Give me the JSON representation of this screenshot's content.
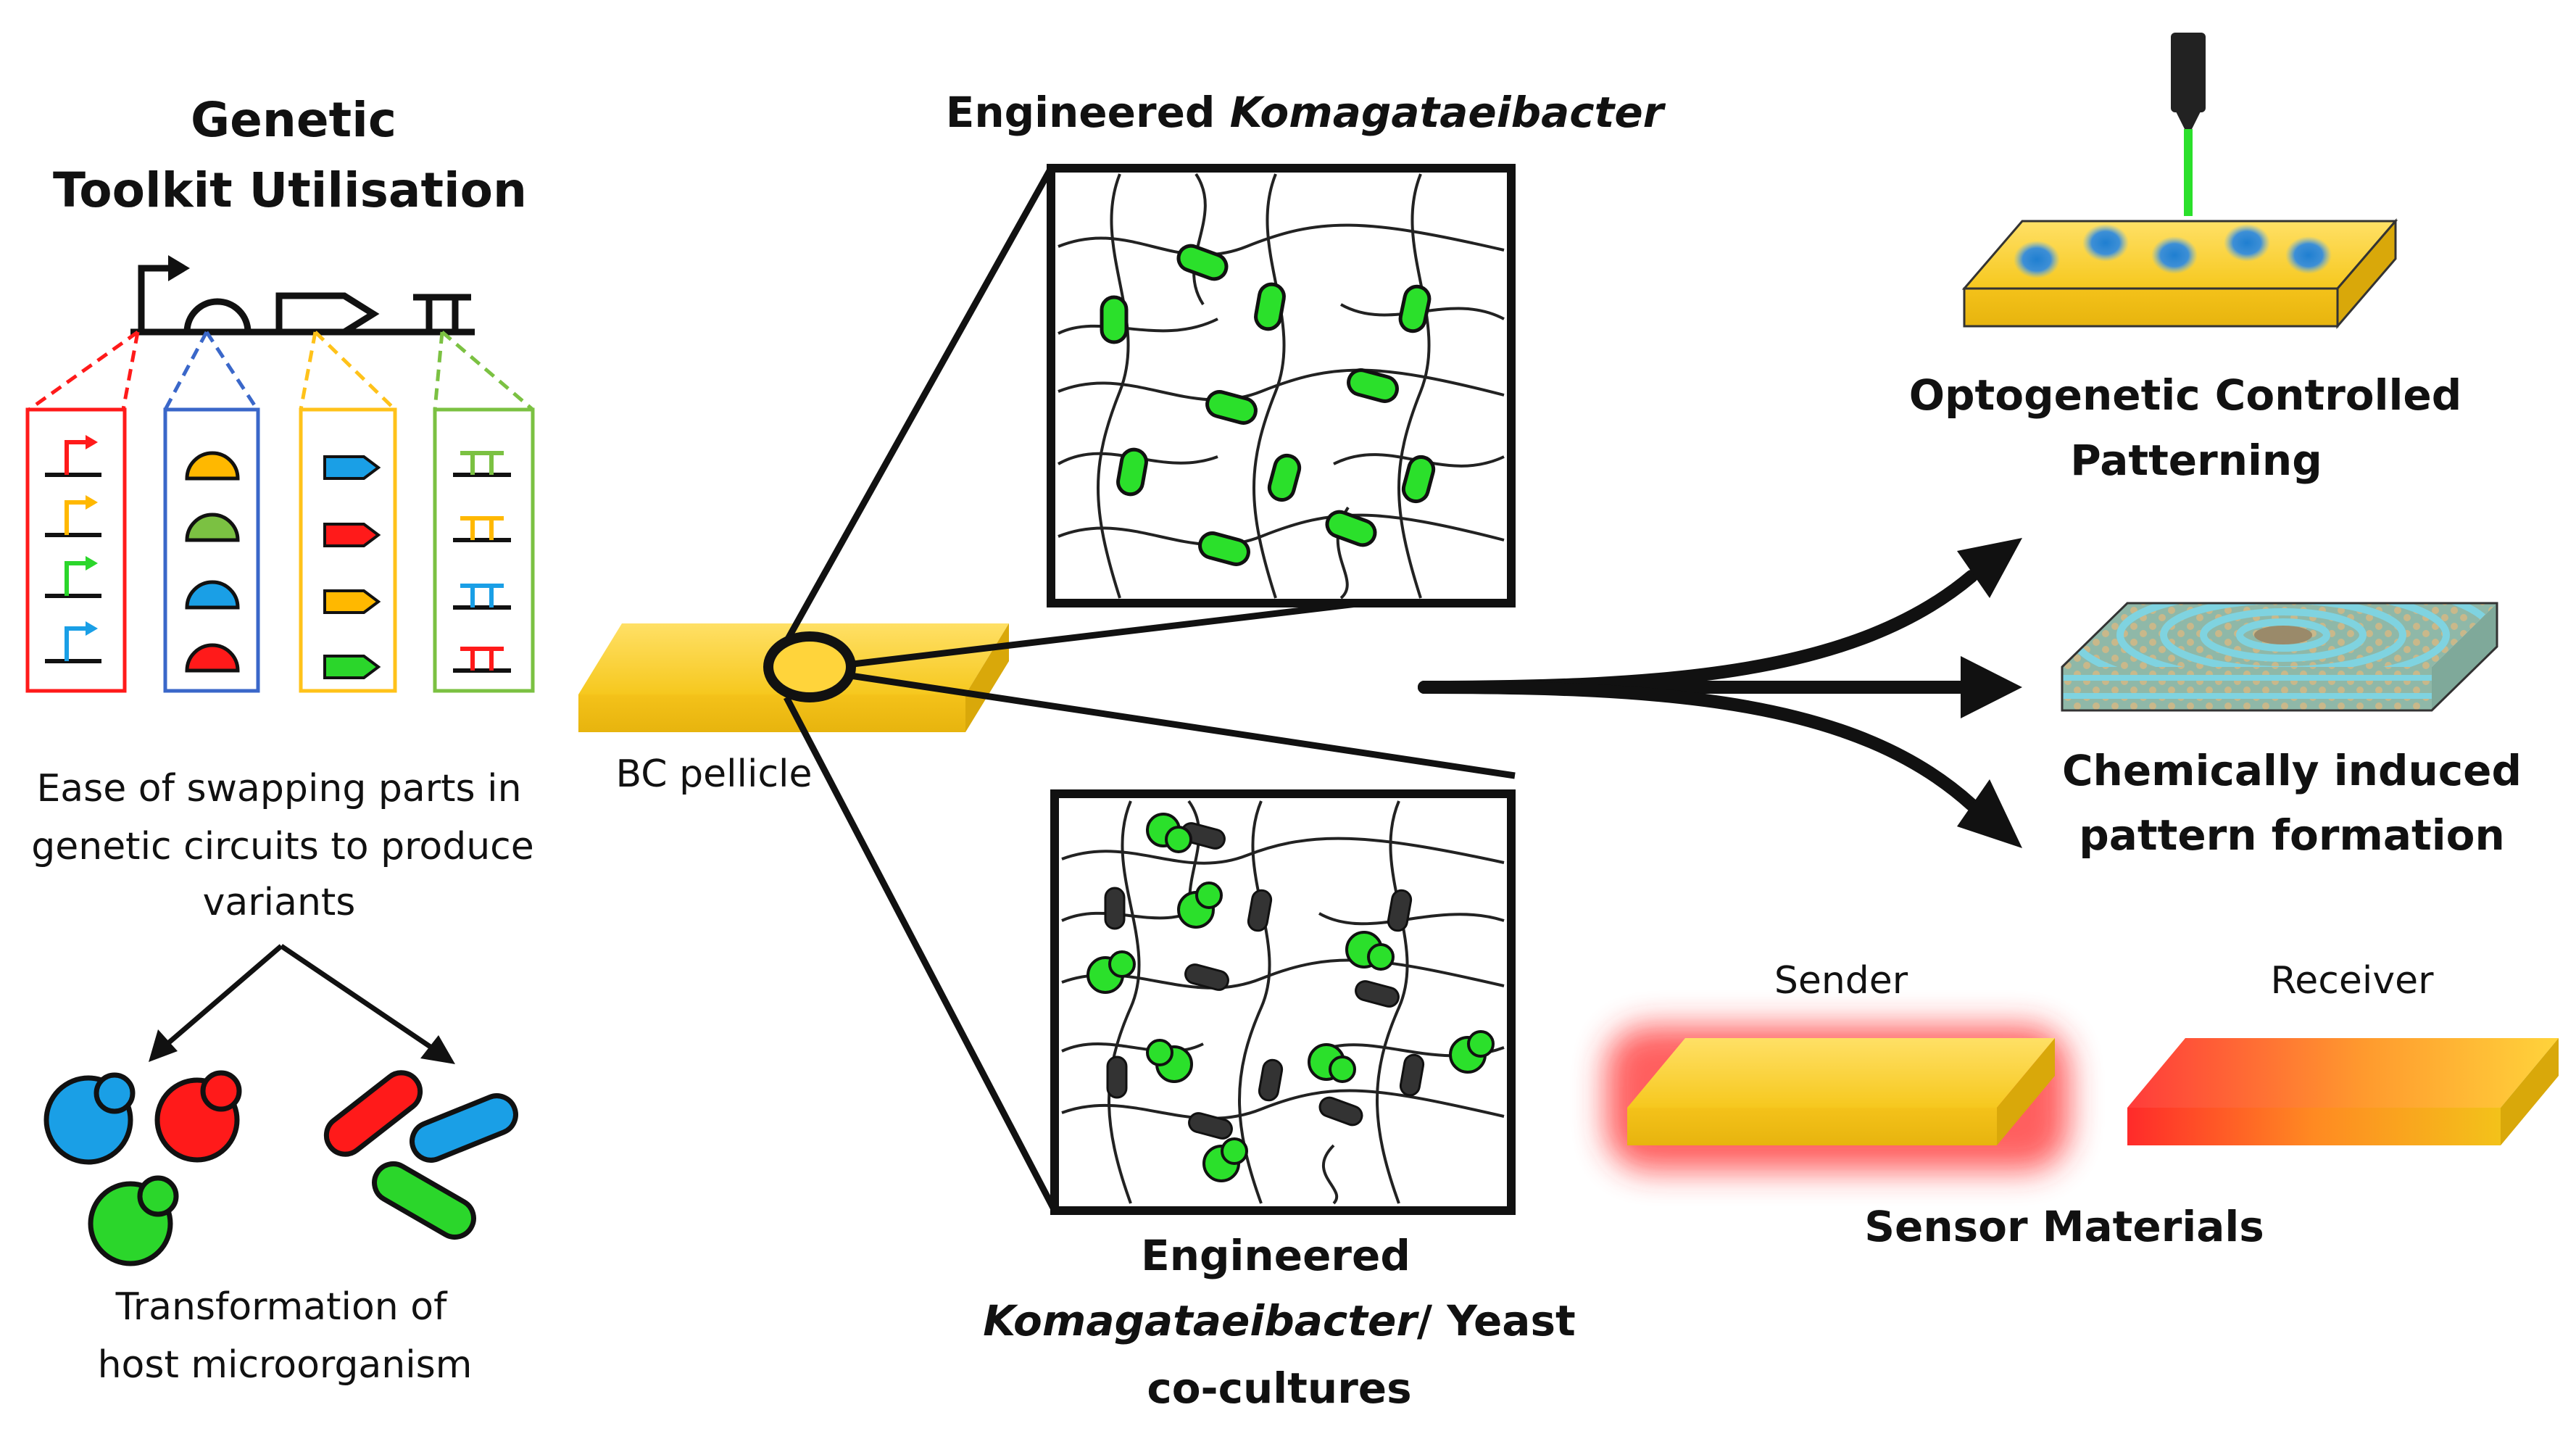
{
  "left": {
    "title_line1": "Genetic",
    "title_line2": "Toolkit Utilisation",
    "swap_line1": "Ease of swapping parts in",
    "swap_line2": "genetic circuits to produce",
    "swap_line3": "variants",
    "transform_line1": "Transformation of",
    "transform_line2": "host microorganism"
  },
  "center": {
    "pellicle_label": "BC pellicle",
    "top_title_regular": "Engineered ",
    "top_title_italic": "Komagataeibacter",
    "bottom_line1": "Engineered",
    "bottom_line2_italic": "Komagataeibacter",
    "bottom_line2_rest": "/ Yeast",
    "bottom_line3": "co-cultures"
  },
  "right": {
    "opto_line1": "Optogenetic Controlled",
    "opto_line2": "Patterning",
    "chem_line1": "Chemically induced",
    "chem_line2": "pattern formation",
    "sender": "Sender",
    "receiver": "Receiver",
    "sensor": "Sensor Materials"
  },
  "colors": {
    "gold": "#FFD43B",
    "red": "#FF1A1A",
    "blue": "#1A9FE6",
    "green": "#2BE02B",
    "yellow_orange": "#FFB800",
    "black": "#111111"
  }
}
